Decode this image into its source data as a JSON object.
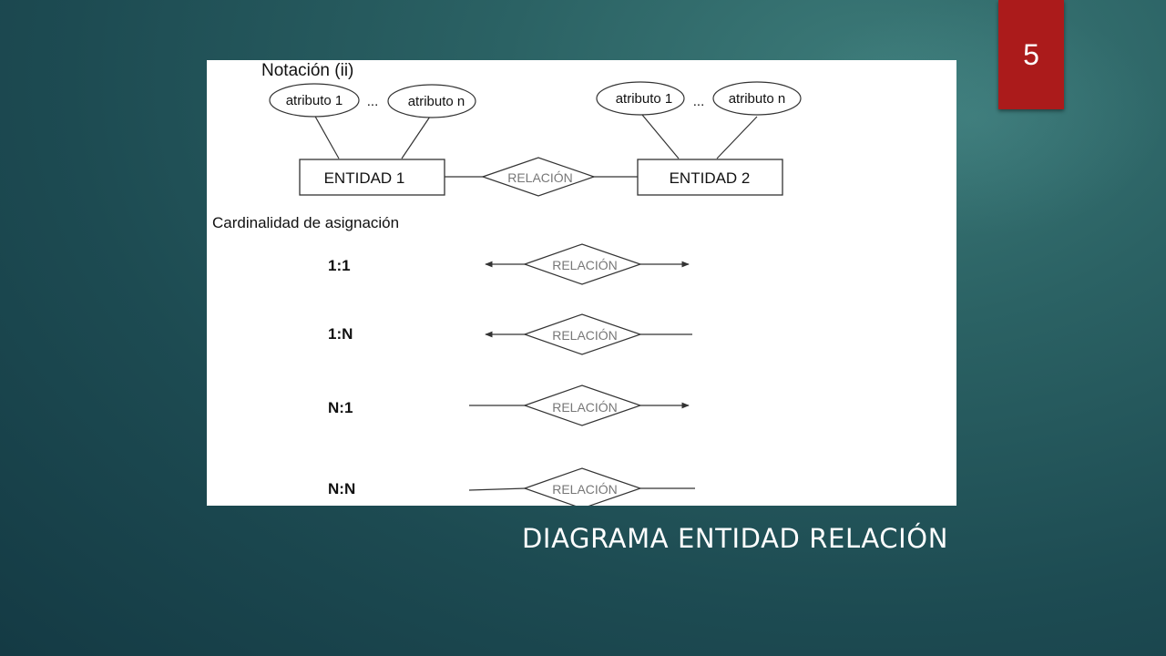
{
  "slide": {
    "page_number": "5",
    "title": "DIAGRAMA ENTIDAD RELACIÓN"
  },
  "diagram": {
    "notation_heading": "Notación (ii)",
    "entity_1": {
      "label": "ENTIDAD 1",
      "attributes": [
        "atributo 1",
        "atributo n"
      ],
      "ellipsis": "..."
    },
    "entity_2": {
      "label": "ENTIDAD 2",
      "attributes": [
        "atributo 1",
        "atributo n"
      ],
      "ellipsis": "..."
    },
    "relationship_label": "RELACIÓN",
    "cardinality_heading": "Cardinalidad de asignación",
    "cardinalities": [
      {
        "label": "1:1",
        "relationship_label": "RELACIÓN",
        "left_arrow": true,
        "right_arrow": true
      },
      {
        "label": "1:N",
        "relationship_label": "RELACIÓN",
        "left_arrow": true,
        "right_arrow": false
      },
      {
        "label": "N:1",
        "relationship_label": "RELACIÓN",
        "left_arrow": false,
        "right_arrow": true
      },
      {
        "label": "N:N",
        "relationship_label": "RELACIÓN",
        "left_arrow": false,
        "right_arrow": false
      }
    ]
  },
  "colors": {
    "badge": "#ab1b1b",
    "figure_background": "#ffffff",
    "line": "#333333",
    "relationship_text": "#777777"
  }
}
